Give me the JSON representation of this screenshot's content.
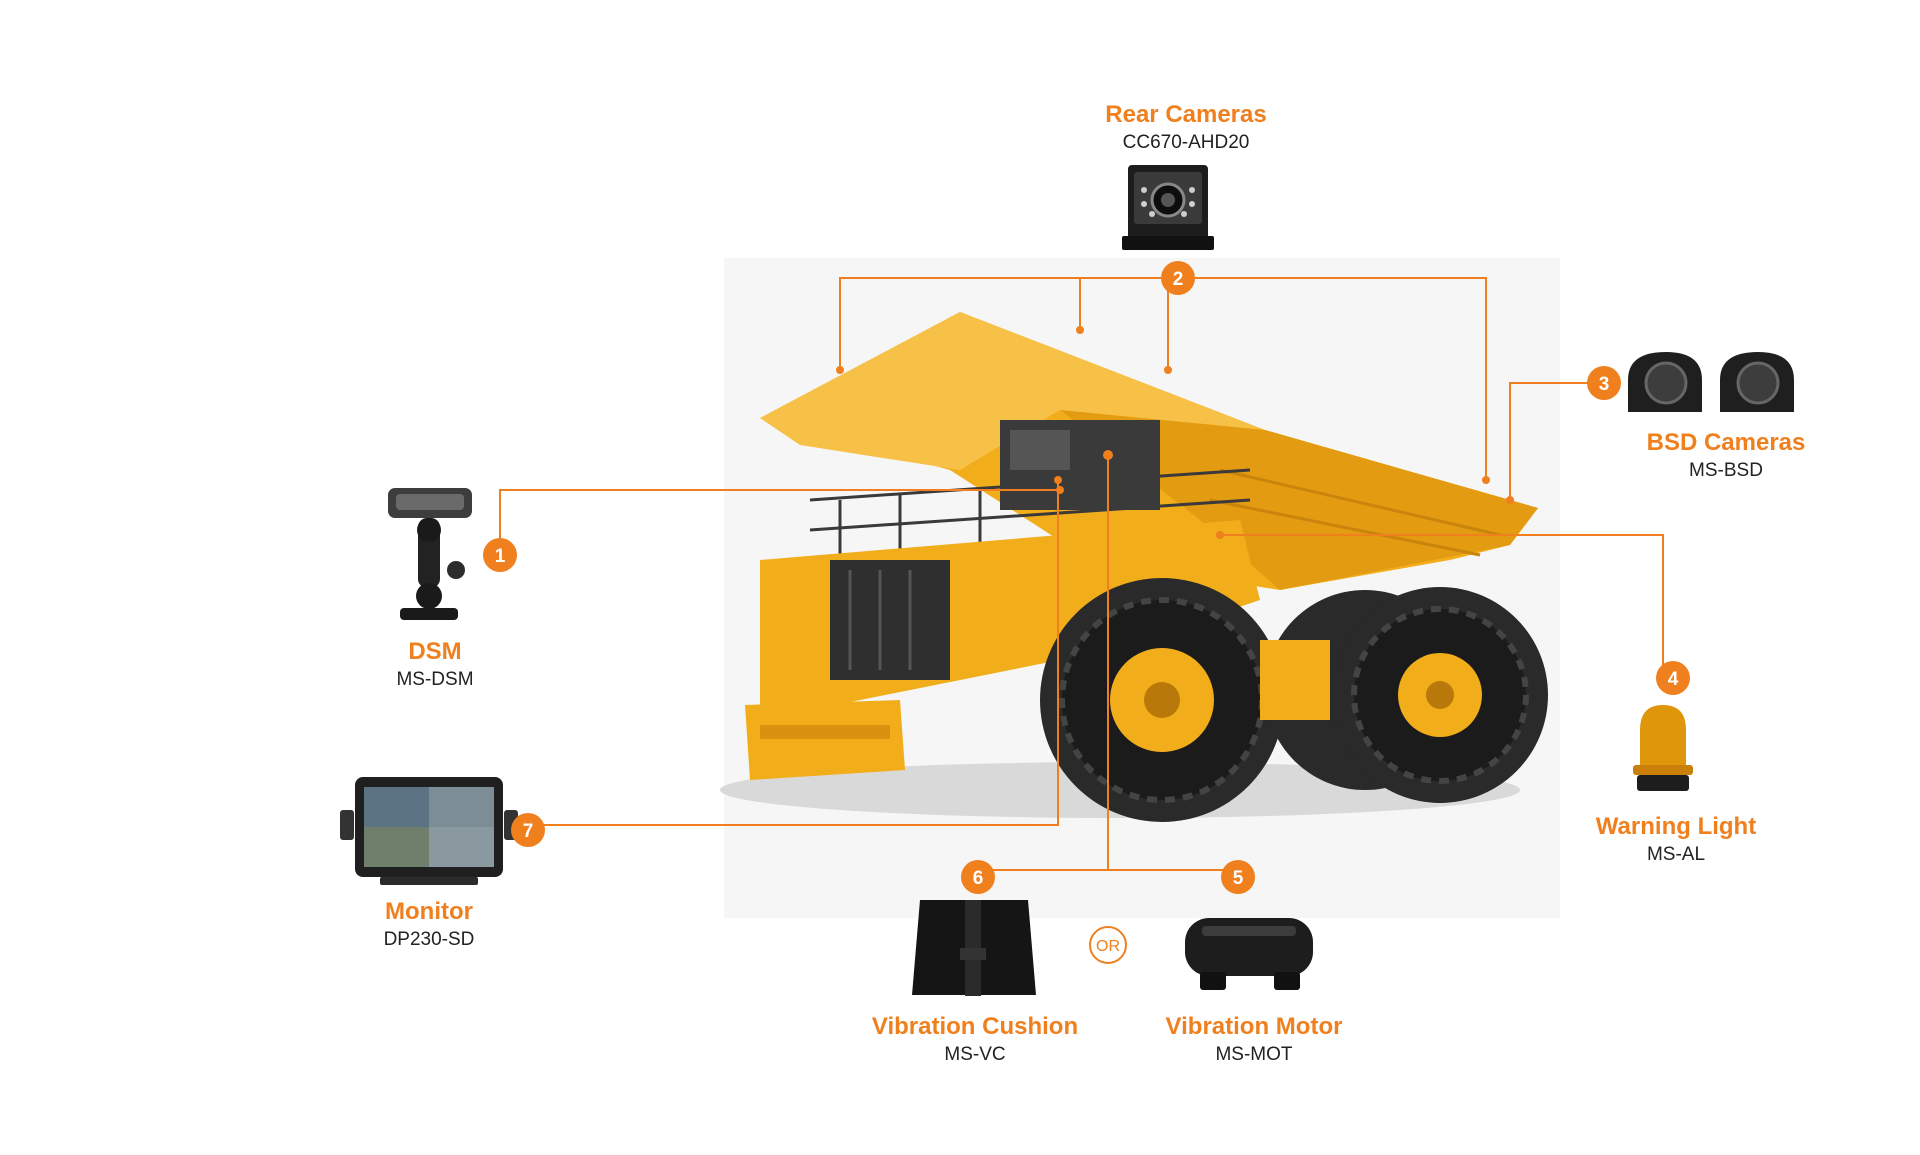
{
  "accent_color": "#f07f1e",
  "truck": {
    "icon": "mining-dump-truck-icon",
    "color": "#f2ad1b"
  },
  "callouts": [
    {
      "number": "1",
      "title": "DSM",
      "model": "MS-DSM",
      "icon": "dsm-camera-icon"
    },
    {
      "number": "2",
      "title": "Rear Cameras",
      "model": "CC670-AHD20",
      "icon": "rear-camera-icon"
    },
    {
      "number": "3",
      "title": "BSD Cameras",
      "model": "MS-BSD",
      "icon": "bsd-camera-icon"
    },
    {
      "number": "4",
      "title": "Warning Light",
      "model": "MS-AL",
      "icon": "warning-light-icon"
    },
    {
      "number": "5",
      "title": "Vibration Motor",
      "model": "MS-MOT",
      "icon": "vibration-motor-icon"
    },
    {
      "number": "6",
      "title": "Vibration Cushion",
      "model": "MS-VC",
      "icon": "vibration-cushion-icon"
    },
    {
      "number": "7",
      "title": "Monitor",
      "model": "DP230-SD",
      "icon": "monitor-icon"
    }
  ],
  "or_label": "OR"
}
